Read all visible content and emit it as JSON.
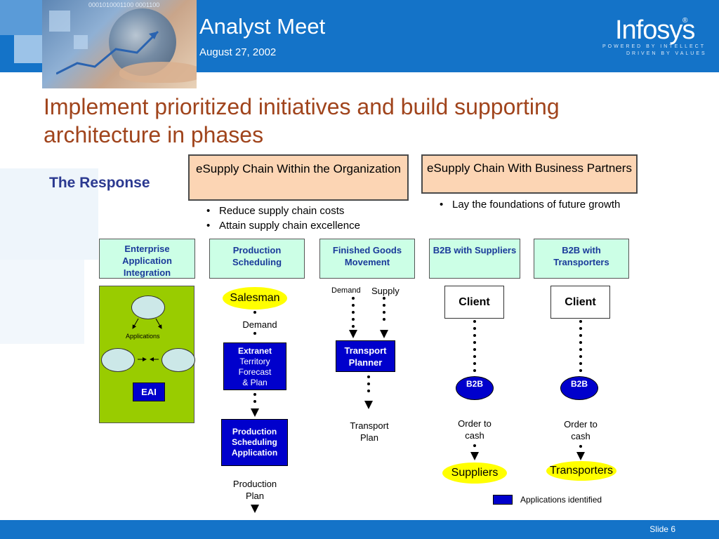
{
  "header": {
    "title": "Analyst Meet",
    "date": "August 27, 2002",
    "logo": "Infosys",
    "logo_registered": "®",
    "tagline_1": "POWERED BY INTELLECT",
    "tagline_2": "DRIVEN BY VALUES",
    "photo_digits": "0001010001100 0001100"
  },
  "heading": "Implement prioritized initiatives and build supporting architecture in phases",
  "response_label": "The Response",
  "phases": [
    {
      "title": "eSupply Chain Within the Organization",
      "bullets": [
        "Reduce supply chain costs",
        "Attain supply chain excellence"
      ]
    },
    {
      "title": "eSupply Chain With Business Partners",
      "bullets": [
        "Lay the foundations of future growth"
      ]
    }
  ],
  "categories": [
    "Enterprise Application Integration",
    "Production Scheduling",
    "Finished Goods Movement",
    "B2B with Suppliers",
    "B2B with Transporters"
  ],
  "eai": {
    "applications_label": "Applications",
    "eai_label": "EAI"
  },
  "production": {
    "salesman": "Salesman",
    "demand": "Demand",
    "extranet_title": "Extranet",
    "extranet_lines": [
      "Territory",
      "Forecast",
      "& Plan"
    ],
    "scheduling_app": "Production Scheduling Application",
    "output": "Production Plan"
  },
  "finished_goods": {
    "demand": "Demand",
    "supply": "Supply",
    "planner": "Transport Planner",
    "output": "Transport Plan"
  },
  "b2b_suppliers": {
    "client": "Client",
    "b2b": "B2B",
    "order": "Order to cash",
    "end": "Suppliers"
  },
  "b2b_transporters": {
    "client": "Client",
    "b2b": "B2B",
    "order": "Order to cash",
    "end": "Transporters"
  },
  "legend": "Applications identified",
  "footer": {
    "slide": "Slide 6"
  },
  "colors": {
    "header_blue": "#1473c8",
    "heading_brown": "#a0441c",
    "response_navy": "#2b3990",
    "phase_fill": "#fcd5b4",
    "category_fill": "#ccffe6",
    "eai_green": "#99cc00",
    "app_blue": "#0000cc",
    "oval_yellow": "#ffff00"
  },
  "icons": [
    "globe-handshake-photo",
    "dotted-arrow-connector",
    "down-triangle-arrow"
  ]
}
